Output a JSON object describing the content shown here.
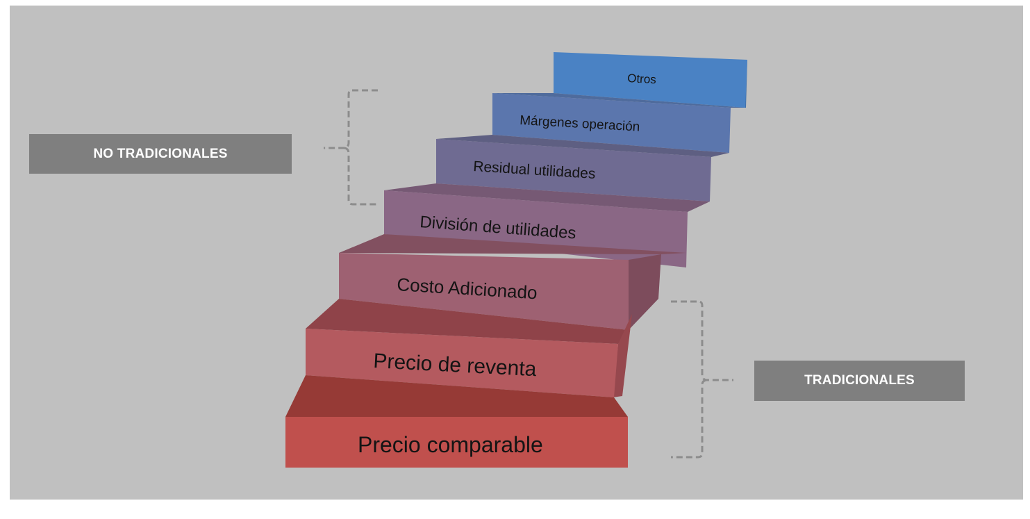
{
  "groups": {
    "non_traditional": {
      "label": "NO TRADICIONALES"
    },
    "traditional": {
      "label": "TRADICIONALES"
    }
  },
  "steps": [
    {
      "label": "Precio comparable",
      "color": "#c0504d"
    },
    {
      "label": "Precio de reventa",
      "color": "#b45a5f"
    },
    {
      "label": "Costo Adicionado",
      "color": "#9e6172"
    },
    {
      "label": "División de utilidades",
      "color": "#8a6785"
    },
    {
      "label": "Residual utilidades",
      "color": "#6f6b92"
    },
    {
      "label": "Márgenes operación",
      "color": "#5b76ad"
    },
    {
      "label": "Otros",
      "color": "#4a82c4"
    }
  ],
  "colors": {
    "background": "#c0c0c0",
    "label_box": "#7f7f7f",
    "label_text": "#ffffff",
    "brace": "#8c8c8c"
  }
}
